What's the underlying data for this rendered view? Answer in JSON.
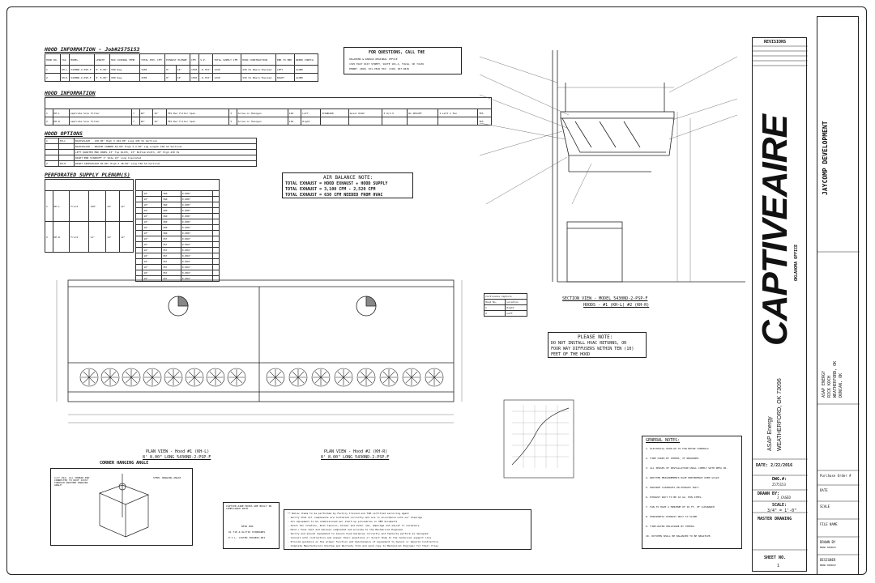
{
  "hood_information_1": {
    "title": "HOOD INFORMATION - Job#2575153",
    "headers": [
      "HOOD NO.",
      "TAG",
      "MODEL",
      "LENGTH",
      "MAX COOKING TEMP.",
      "TOTAL EXH. CFM",
      "EXHAUST PLENUM",
      "WIDTH",
      "LENGTH",
      "HEIGHT",
      "DIA.",
      "CFM",
      "S.P.",
      "TOTAL SUPPLY CFM",
      "HOOD CONSTRUCTION",
      "END TO END",
      "WIRED CONFIG."
    ],
    "rows": [
      [
        "1",
        "KH-L",
        "5430ND-2-PSP-F",
        "8' 8.00\"",
        "600 Deg.",
        "1550",
        "8\"",
        "14\"",
        "1550",
        "-0.762\"",
        "1240",
        "430 SS Where Exposed",
        "LEFT",
        "ALONE"
      ],
      [
        "2",
        "KH-R",
        "5430ND-2-PSP-F",
        "8' 8.00\"",
        "600 Deg.",
        "1550",
        "8\"",
        "14\"",
        "1550",
        "-0.762\"",
        "1240",
        "430 SS Where Exposed",
        "RIGHT",
        "ALONE"
      ]
    ]
  },
  "hood_information_2": {
    "title": "HOOD INFORMATION",
    "rows": [
      [
        "1",
        "KH-L",
        "Captrate Solo Filter",
        "7",
        "20\"",
        "16\"",
        "FES Bar Filter Spec.",
        "3",
        "Screw-in Halogen",
        "120",
        "Left",
        "STANDARD",
        "Ansul R102",
        "3.0/1.5",
        "RC-2DS2PF",
        "1 Left 1 Fan",
        "YES"
      ],
      [
        "2",
        "KH-R",
        "Captrate Solo Filter",
        "7",
        "20\"",
        "16\"",
        "FES Bar Filter Spec.",
        "3",
        "Screw-in Halogen",
        "120",
        "Right",
        "",
        "",
        "",
        "",
        "",
        "YES"
      ]
    ]
  },
  "hood_options": {
    "title": "HOOD OPTIONS",
    "rows": [
      [
        "1",
        "KH-L",
        "BACKSPLASH - 128.00\" High X 104.00\" Long 430 SS Vertical"
      ],
      [
        "",
        "",
        "BACKSPLASH - INSIDE CORNER 69.00\" High X 2.00\" Leg Length 430 SS Vertical"
      ],
      [
        "",
        "",
        "LEFT QUARTER END PANEL 23\" Top Width, 23\" Bottom Width, 20\" High 430 SS"
      ],
      [
        "",
        "",
        "RIGHT END STANDOFF 1\" Wide 24\" Long Insulated"
      ],
      [
        "2",
        "KH-R",
        "RIGHT SIDESPLASH 69.00\" High X 48.00\" Long 430 SS Vertical"
      ]
    ]
  },
  "perforated_supply": {
    "title": "PERFORATED SUPPLY PLENUM(S)",
    "rows": [
      [
        "1",
        "KH-L",
        "Front",
        "120\"",
        "14\"",
        "12\""
      ],
      [
        "2",
        "KH-R",
        "Front",
        "11\"",
        "14\"",
        "12\""
      ]
    ],
    "risers": [
      "10\"",
      "10\"",
      "10\"",
      "10\"",
      "10\"",
      "10\"",
      "10\"",
      "10\"",
      "10\"",
      "10\"",
      "10\"",
      "10\"",
      "10\"",
      "10\"",
      "10\"",
      "10\""
    ],
    "cfm": [
      "360",
      "360",
      "360",
      "360",
      "360",
      "360",
      "360",
      "360",
      "357",
      "357",
      "357",
      "357",
      "357",
      "357",
      "357",
      "357"
    ],
    "sp": [
      "0.086\"",
      "0.086\"",
      "0.086\"",
      "0.086\"",
      "0.086\"",
      "0.086\"",
      "0.086\"",
      "0.086\"",
      "0.084\"",
      "0.084\"",
      "0.084\"",
      "0.084\"",
      "0.084\"",
      "0.084\"",
      "0.084\"",
      "0.084\""
    ]
  },
  "questions_box": {
    "title": "FOR QUESTIONS, CALL THE",
    "line1": "OKLAHOMA & KANSAS REGIONAL OFFICE",
    "line2": "1325 EAST 61ST STREET, SUITE 101-A, TULSA, OK 74136",
    "line3": "PHONE: (866) 331-7828   FAX: (918) 307-8436"
  },
  "air_balance": {
    "title": "AIR BALANCE NOTE:",
    "line1": "TOTAL EXHAUST = HOOD EXHAUST + HOOD SUPPLY",
    "line2": "TOTAL EXHAUST = 3,100 CFM - 2,520 CFM",
    "line3": "TOTAL EXHAUST = 630 CFM NEEDED FROM HVAC"
  },
  "section_view": {
    "title": "SECTION VIEW - MODEL 5430ND-2-PSP-F",
    "subtitle": "HOODS - #1 (KH-L) #2 (KH-R)"
  },
  "please_note": {
    "title": "PLEASE NOTE:",
    "line1": "DO NOT INSTALL HVAC RETURNS, OR",
    "line2": "FOUR WAY DIFFUSERS WITHIN TEN (10)",
    "line3": "FEET OF THE HOOD"
  },
  "continuous_capture": {
    "title": "Continuous Capture",
    "headers": [
      "Hood No.",
      "Location"
    ],
    "rows": [
      [
        "1",
        "Right"
      ],
      [
        "2",
        "Left"
      ]
    ]
  },
  "plan_view_1": {
    "title": "PLAN VIEW - Hood #1 (KH-L)",
    "subtitle": "8' 8.00\" LONG 5430ND-2-PSP-F"
  },
  "plan_view_2": {
    "title": "PLAN VIEW - Hood #2 (KH-R)",
    "subtitle": "8' 8.00\" LONG 5430ND-2-PSP-F"
  },
  "corner_hanging": {
    "title": "CORNER HANGING ANGLE",
    "note1": "STEEL HANGING ANGLE",
    "note2": "1/2\" DIA. ALL THREAD ROD CONNECTED TO ROOF JOIST THROUGH ANOTHER HANGING ANGLE"
  },
  "captive_built": {
    "title": "CAPTIVE-AIRE HOODS ARE BUILT IN COMPLIANCE WITH",
    "std1": "NFPA #96",
    "std2": "UL 710 & ULC710 STANDARDS",
    "std3": "E.T.L. LISTED 3054804-001"
  },
  "general_notes": {
    "title": "GENERAL NOTES:",
    "items": [
      "1. ELECTRICAL HOOK-UP TO FAN MOTOR CONTROLS",
      "2. FIRE CODES BY OTHERS, IF REQUIRED.",
      "3. ALL PHASES OF INSTALLATION SHALL COMPLY WITH NFPA 96.",
      "4. WRITTEN MEASUREMENTS HAVE PRECEDENCE OVER SCALE.",
      "5. PROVIDE CLEANOUTS ON EXHAUST DUCT.",
      "6. EXHAUST DUCT TO BE 16 GA. MIN STEEL.",
      "7. FAN TO HAVE A MINIMUM OF 10 FT. OF CLEARANCE.",
      "8. HORIZONTAL EXHAUST DUCT TO SLOPE.",
      "9. FIRE-RATED ENCLOSURE BY OTHERS.",
      "10. KITCHEN SHALL BE BALANCED TO BE NEGATIVE."
    ]
  },
  "install_notes": [
    "** Below items to be performed by Factory trained and TAB certified servicing agent",
    "- Verify that all components are installed correctly and are in accordance with our drawings",
    "- All equipment to be commissioned per start-up procedures in OEM documents",
    "- Check fan rotation, belt tension, blower and motor rpm, amperage and adjust if necessary",
    "- Hood / Fans test and balance completed and provide to the Mechanical Engineer",
    "- Verify and adjust equipment to assure hood balances correctly and features perform as designed",
    "- Consult with contractors and answer their questions or direct them to the technical support line",
    "- Provide guidance on the proper function and maintenance of equipment to Owners or General Contractors",
    "- Complete Manufacturers Startup and Warranty form and send copy to Mechanical Engineer for their files"
  ],
  "title_block": {
    "revisions": "REVISIONS",
    "brand": "CAPTIVEAIRE",
    "office": "OKLAHOMA OFFICE",
    "project": "ASAP Energy",
    "location": "WEATHERFORD, OK 73096",
    "date_label": "DATE:",
    "date": "2/22/2016",
    "dwg_label": "DWG.#:",
    "dwg": "2575153",
    "drawn_label": "DRAWN BY:",
    "drawn": "J_CASED",
    "scale_label": "SCALE:",
    "scale": "3/4\" = 1'-0\"",
    "master": "MASTER DRAWING",
    "sheet_label": "SHEET NO.",
    "sheet": "1",
    "designer_logo": "JAYCOMP DEVELOPMENT"
  },
  "right_strip": {
    "client": [
      "ASAP ENERGY",
      "RICK KOCH",
      "WEATHERFORD, OK",
      "DUNCAN, OK"
    ],
    "purchase_order": "Purchase Order #",
    "date": "DATE",
    "scale": "SCALE",
    "file_name": "FILE NAME",
    "drawn_by": "DRAWN BY",
    "designer": "DESIGNER",
    "initials": "BRAD RIDDLE"
  }
}
